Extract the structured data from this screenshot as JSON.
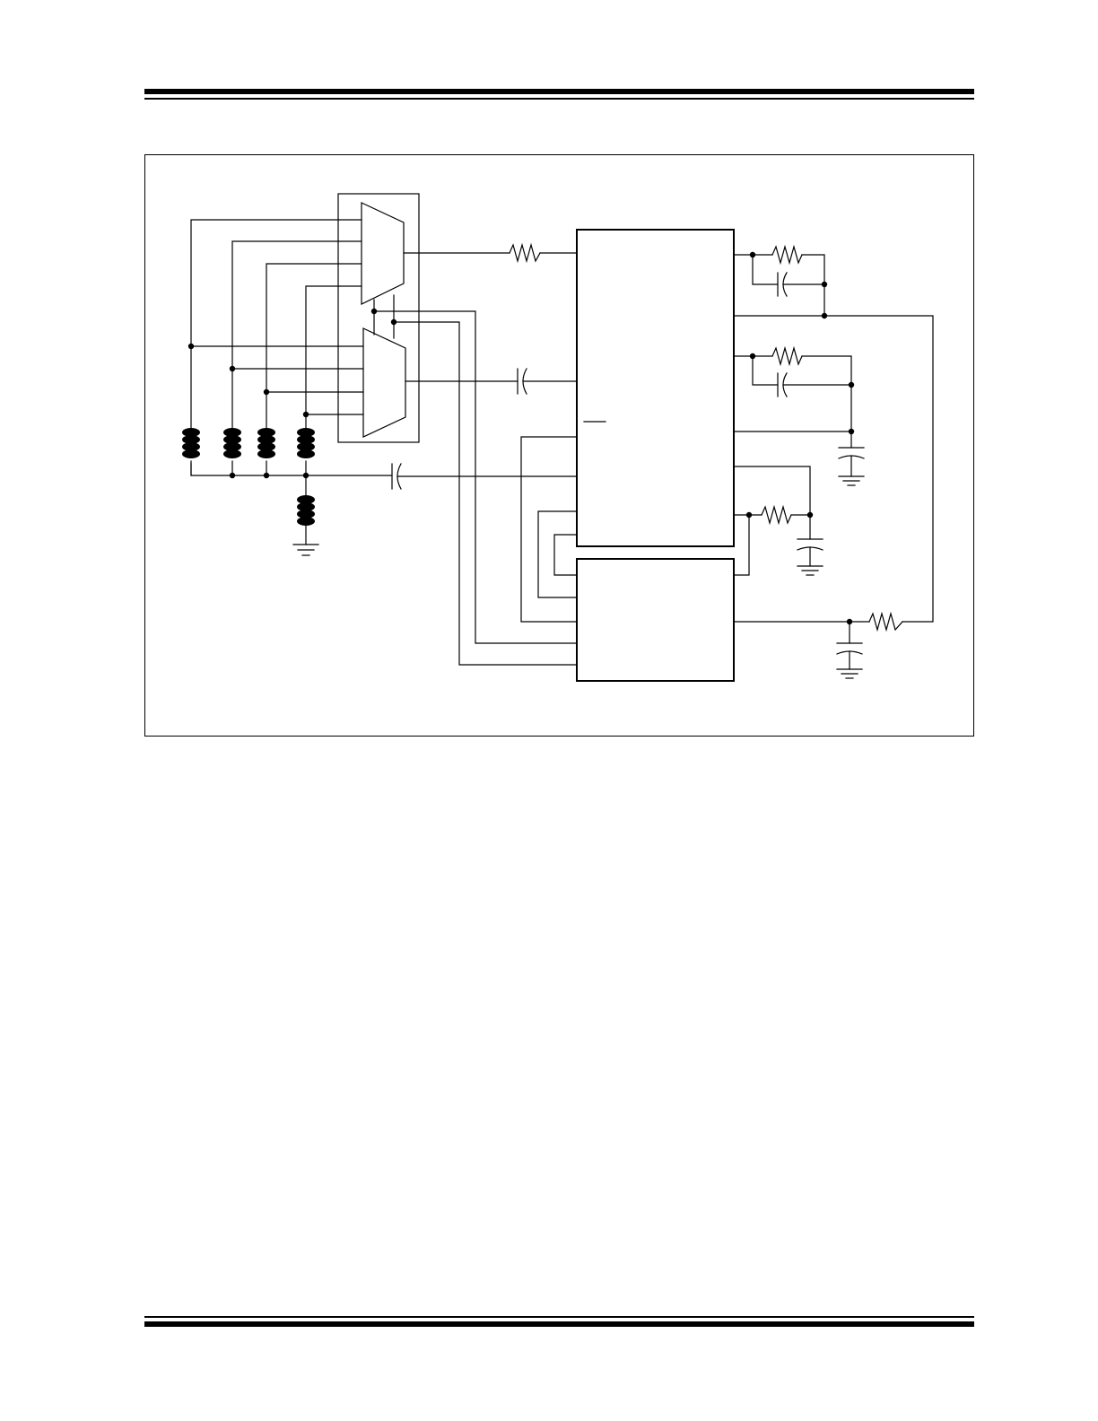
{
  "page": {
    "header_rule": "thick-thin",
    "footer_rule": "thin-thick"
  },
  "figure": {
    "elements": [
      "coil",
      "coil",
      "coil",
      "coil",
      "coil",
      "multiplexer",
      "multiplexer",
      "resistor",
      "capacitor",
      "integrated-circuit",
      "integrated-circuit",
      "ground-symbol"
    ]
  }
}
